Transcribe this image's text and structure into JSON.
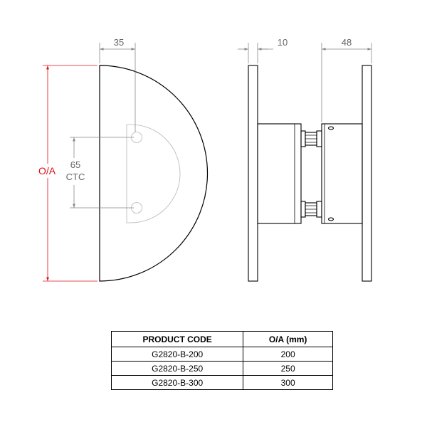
{
  "dimensions": {
    "top_width": "35",
    "hole_spacing": "65",
    "hole_spacing_unit": "CTC",
    "overall": "O/A",
    "plate_thickness": "10",
    "standoff_depth": "48"
  },
  "colors": {
    "outline": "#000000",
    "dimension": "#888888",
    "overall_dimension": "#e0101a"
  },
  "table": {
    "headers": [
      "PRODUCT CODE",
      "O/A (mm)"
    ],
    "rows": [
      {
        "code": "G2820-B-200",
        "oa": "200"
      },
      {
        "code": "G2820-B-250",
        "oa": "250"
      },
      {
        "code": "G2820-B-300",
        "oa": "300"
      }
    ]
  }
}
